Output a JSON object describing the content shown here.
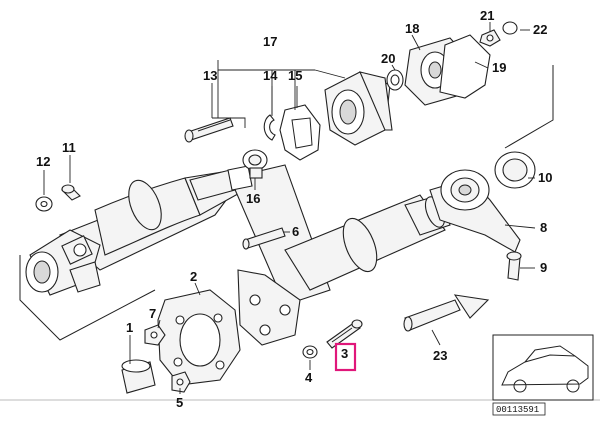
{
  "callouts": [
    {
      "id": "1",
      "text": "1"
    },
    {
      "id": "2",
      "text": "2"
    },
    {
      "id": "3",
      "text": "3"
    },
    {
      "id": "4",
      "text": "4"
    },
    {
      "id": "5",
      "text": "5"
    },
    {
      "id": "6",
      "text": "6"
    },
    {
      "id": "7",
      "text": "7"
    },
    {
      "id": "8",
      "text": "8"
    },
    {
      "id": "9",
      "text": "9"
    },
    {
      "id": "10",
      "text": "10"
    },
    {
      "id": "11",
      "text": "11"
    },
    {
      "id": "12",
      "text": "12"
    },
    {
      "id": "13",
      "text": "13"
    },
    {
      "id": "14",
      "text": "14"
    },
    {
      "id": "15",
      "text": "15"
    },
    {
      "id": "16",
      "text": "16"
    },
    {
      "id": "17",
      "text": "17"
    },
    {
      "id": "18",
      "text": "18"
    },
    {
      "id": "19",
      "text": "19"
    },
    {
      "id": "20",
      "text": "20"
    },
    {
      "id": "21",
      "text": "21"
    },
    {
      "id": "22",
      "text": "22"
    },
    {
      "id": "23",
      "text": "23"
    }
  ],
  "highlighted_callout": "3",
  "highlight_color": "#e0177a",
  "reference_code": "00113591",
  "inset_subject": "car-silhouette"
}
